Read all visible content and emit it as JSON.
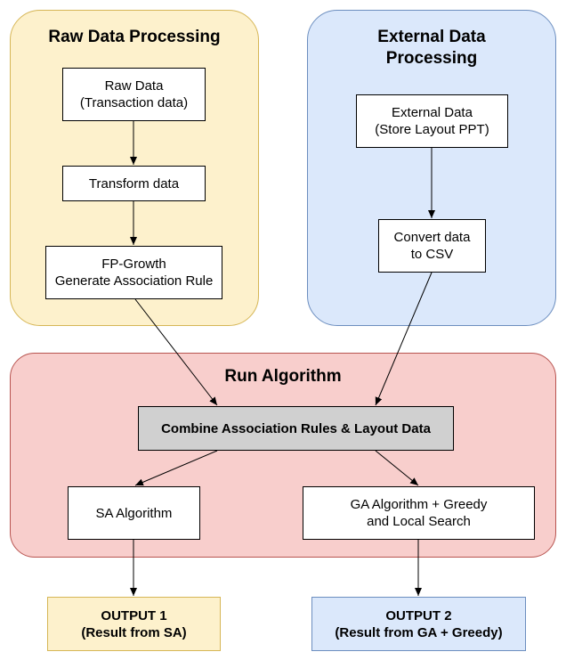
{
  "groups": {
    "raw": {
      "title": "Raw Data Processing"
    },
    "external": {
      "title": "External Data\nProcessing"
    },
    "run": {
      "title": "Run Algorithm"
    }
  },
  "nodes": {
    "raw_data": "Raw Data\n(Transaction data)",
    "transform": "Transform data",
    "fp_growth": "FP-Growth\nGenerate Association Rule",
    "external_data": "External Data\n(Store Layout PPT)",
    "convert": "Convert data\nto CSV",
    "combine": "Combine Association Rules & Layout Data",
    "sa": "SA Algorithm",
    "ga": "GA Algorithm + Greedy\nand Local Search"
  },
  "outputs": {
    "out1": "OUTPUT 1\n(Result from SA)",
    "out2": "OUTPUT 2\n(Result from GA + Greedy)"
  },
  "colors": {
    "raw_fill": "#fdf1cc",
    "external_fill": "#dbe8fb",
    "run_fill": "#f8cecc",
    "combine_fill": "#d0d0d0"
  }
}
